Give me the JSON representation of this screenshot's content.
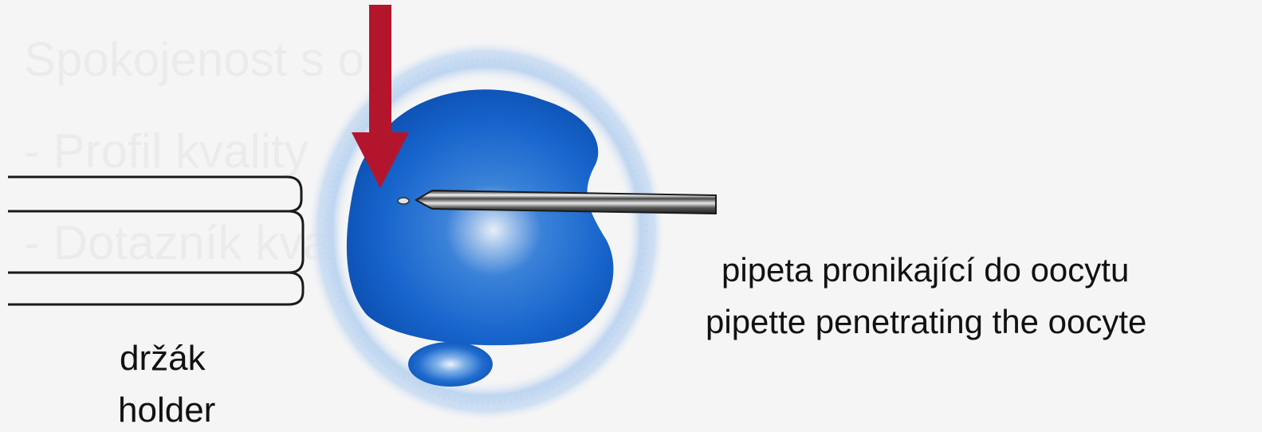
{
  "labels": {
    "holder_cz": "držák",
    "holder_en": "holder",
    "pipette_cz": "pipeta pronikající do oocytu",
    "pipette_en": "pipette penetrating the oocyte"
  },
  "background_text": {
    "line1": "Spokojenost s o",
    "line2": "- Profil kvality",
    "line3": "- Dotazník kval"
  },
  "colors": {
    "oocyte": "#1560c8",
    "zona": "#a9c8ec",
    "arrow": "#b3162c",
    "outline": "#1a1a1a",
    "background": "#f5f5f5"
  },
  "icons": {
    "arrow": "arrow-down-icon"
  }
}
